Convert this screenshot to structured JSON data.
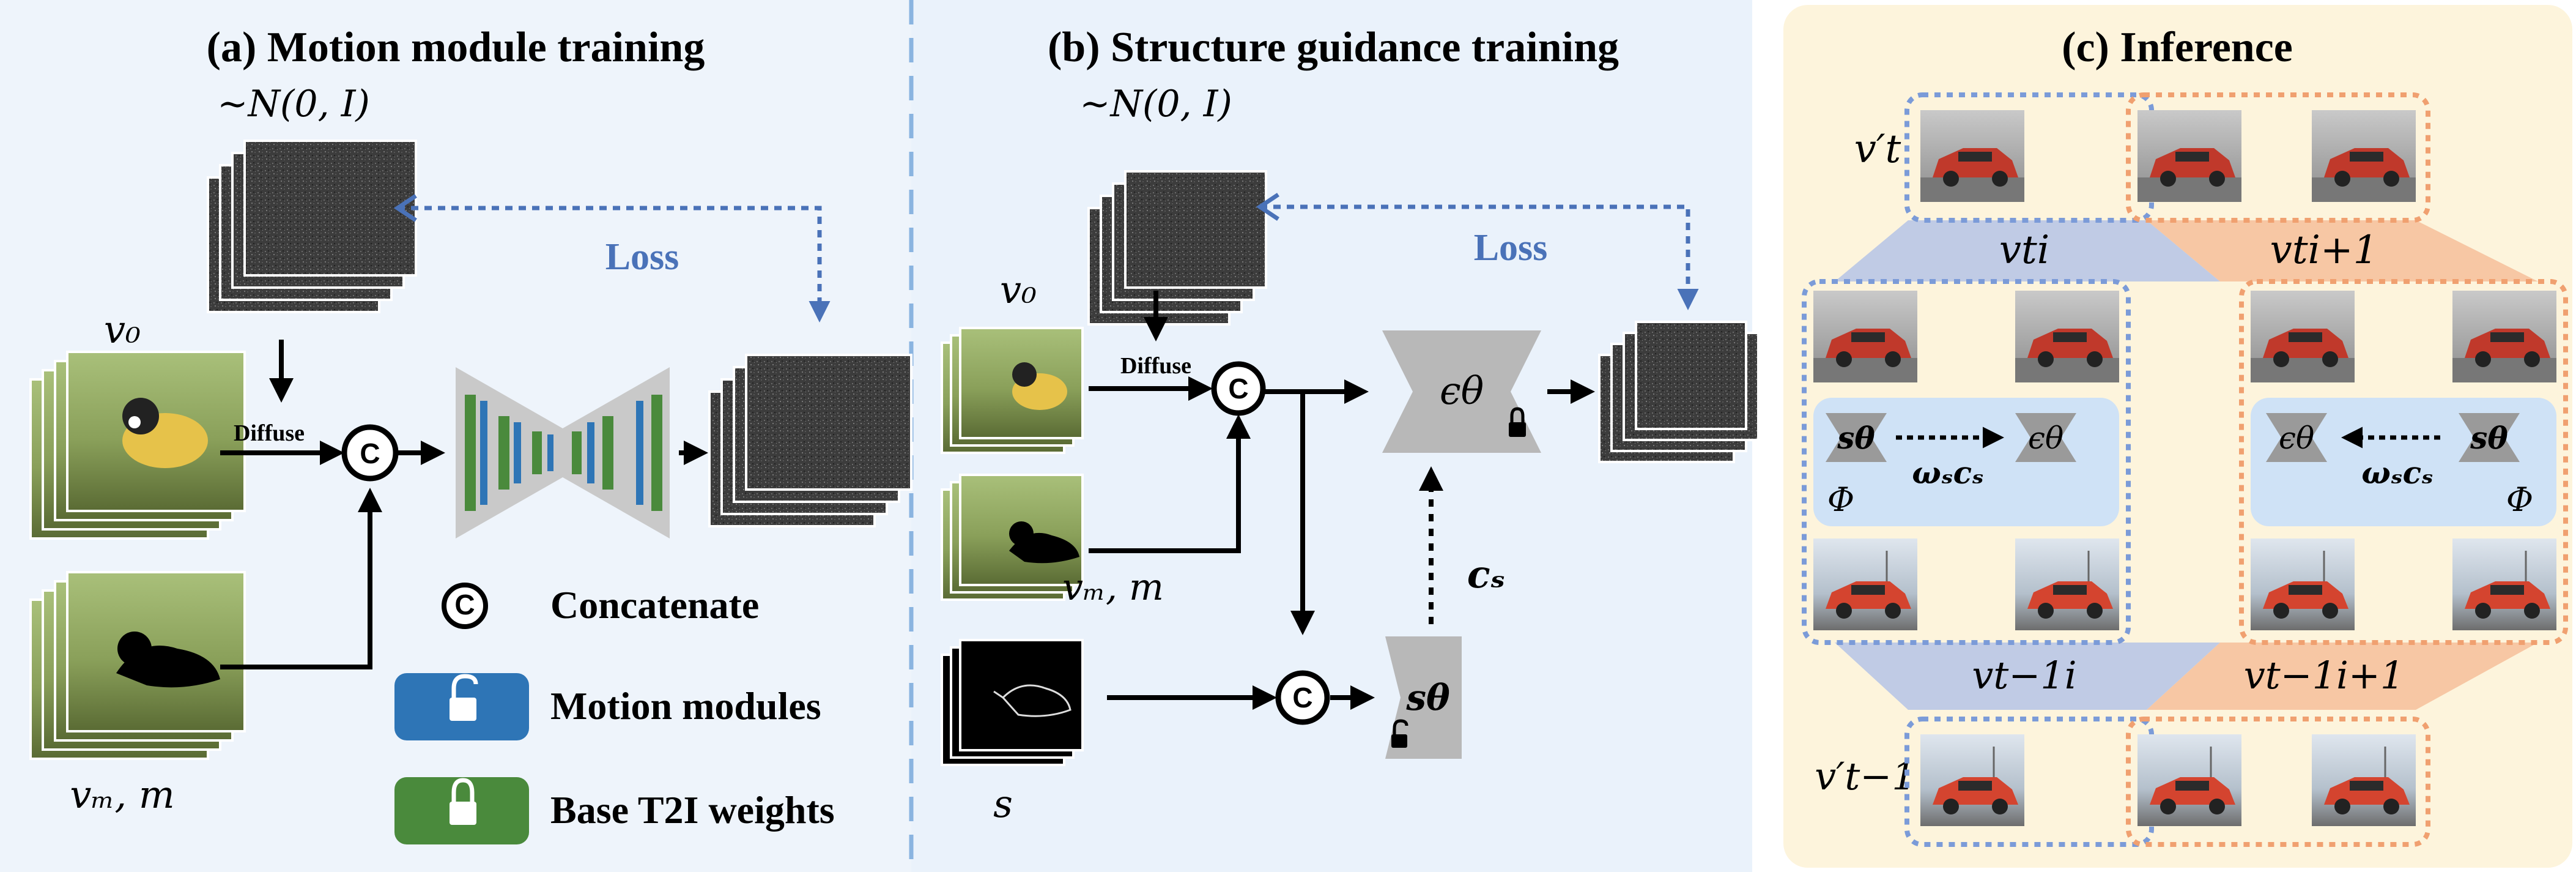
{
  "panels": {
    "a": {
      "title": "(a) Motion module training"
    },
    "b": {
      "title": "(b) Structure guidance training"
    },
    "c": {
      "title": "(c) Inference"
    }
  },
  "labels": {
    "noise_dist": "~N(0, I)",
    "loss": "Loss",
    "diffuse": "Diffuse",
    "v0": "v₀",
    "vm_m": "vₘ, m",
    "s": "s",
    "eps": "ϵθ",
    "s_theta": "sθ",
    "c_s": "cₛ",
    "omega_cs": "ωₛcₛ",
    "phi": "Φ",
    "concat_symbol": "C"
  },
  "legend": {
    "concatenate": "Concatenate",
    "motion_modules": "Motion modules",
    "base_weights": "Base T2I weights"
  },
  "inference": {
    "vt_prime": "v′t",
    "vt_i": "vti",
    "vt_i1": "vti+1",
    "vt1_i": "vt−1i",
    "vt1_i1": "vt−1i+1",
    "vt1_prime": "v′t−1"
  },
  "colors": {
    "panel_a_bg": "#eef4fb",
    "panel_b_bg": "#eaf2fb",
    "panel_c_bg": "#fdf4dc",
    "blue_accent": "#4a72b8",
    "motion_blue": "#2e75b6",
    "base_green": "#4a8a3c",
    "orange_accent": "#f0a070",
    "gray_block": "#b8b8b8"
  }
}
